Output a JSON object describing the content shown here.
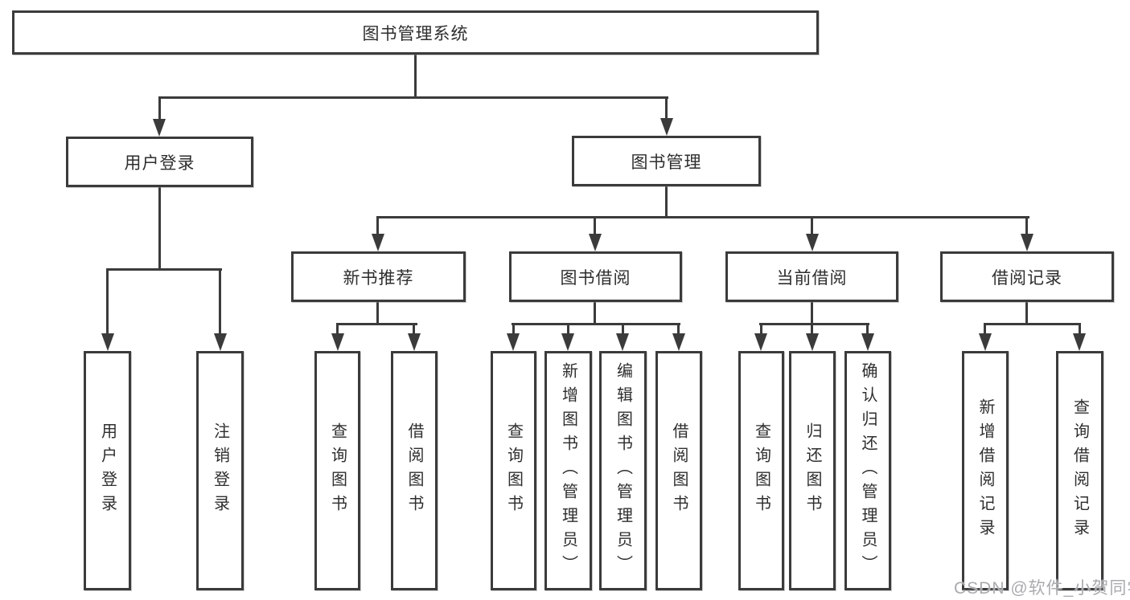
{
  "diagram": {
    "type": "hierarchy-tree",
    "title": "图书管理系统",
    "watermark": "CSDN @软件_小贺同学",
    "colors": {
      "line": "#3b3b3b",
      "box_border": "#3b3b3b",
      "text": "#2e2e2e",
      "background": "#ffffff",
      "watermark": "#a9abae"
    },
    "nodes": {
      "root": "图书管理系统",
      "user_login": "用户登录",
      "book_management": "图书管理",
      "new_book_recommend": "新书推荐",
      "book_borrowing": "图书借阅",
      "current_borrowing": "当前借阅",
      "borrowing_records": "借阅记录",
      "leaf_user_login": "用户登录",
      "leaf_logout": "注销登录",
      "leaf_nbr_query_books": "查询图书",
      "leaf_nbr_borrow_books": "借阅图书",
      "leaf_bb_query_books": "查询图书",
      "leaf_bb_add_books": "新增图书（管理员）",
      "leaf_bb_edit_books": "编辑图书（管理员）",
      "leaf_bb_borrow_books": "借阅图书",
      "leaf_cb_query_books": "查询图书",
      "leaf_cb_return_books": "归还图书",
      "leaf_cb_confirm_return": "确认归还（管理员）",
      "leaf_br_add_record": "新增借阅记录",
      "leaf_br_query_record": "查询借阅记录"
    },
    "hierarchy": {
      "图书管理系统": [
        "用户登录",
        "图书管理"
      ],
      "用户登录": [
        "用户登录",
        "注销登录"
      ],
      "图书管理": [
        "新书推荐",
        "图书借阅",
        "当前借阅",
        "借阅记录"
      ],
      "新书推荐": [
        "查询图书",
        "借阅图书"
      ],
      "图书借阅": [
        "查询图书",
        "新增图书（管理员）",
        "编辑图书（管理员）",
        "借阅图书"
      ],
      "当前借阅": [
        "查询图书",
        "归还图书",
        "确认归还（管理员）"
      ],
      "借阅记录": [
        "新增借阅记录",
        "查询借阅记录"
      ]
    }
  }
}
